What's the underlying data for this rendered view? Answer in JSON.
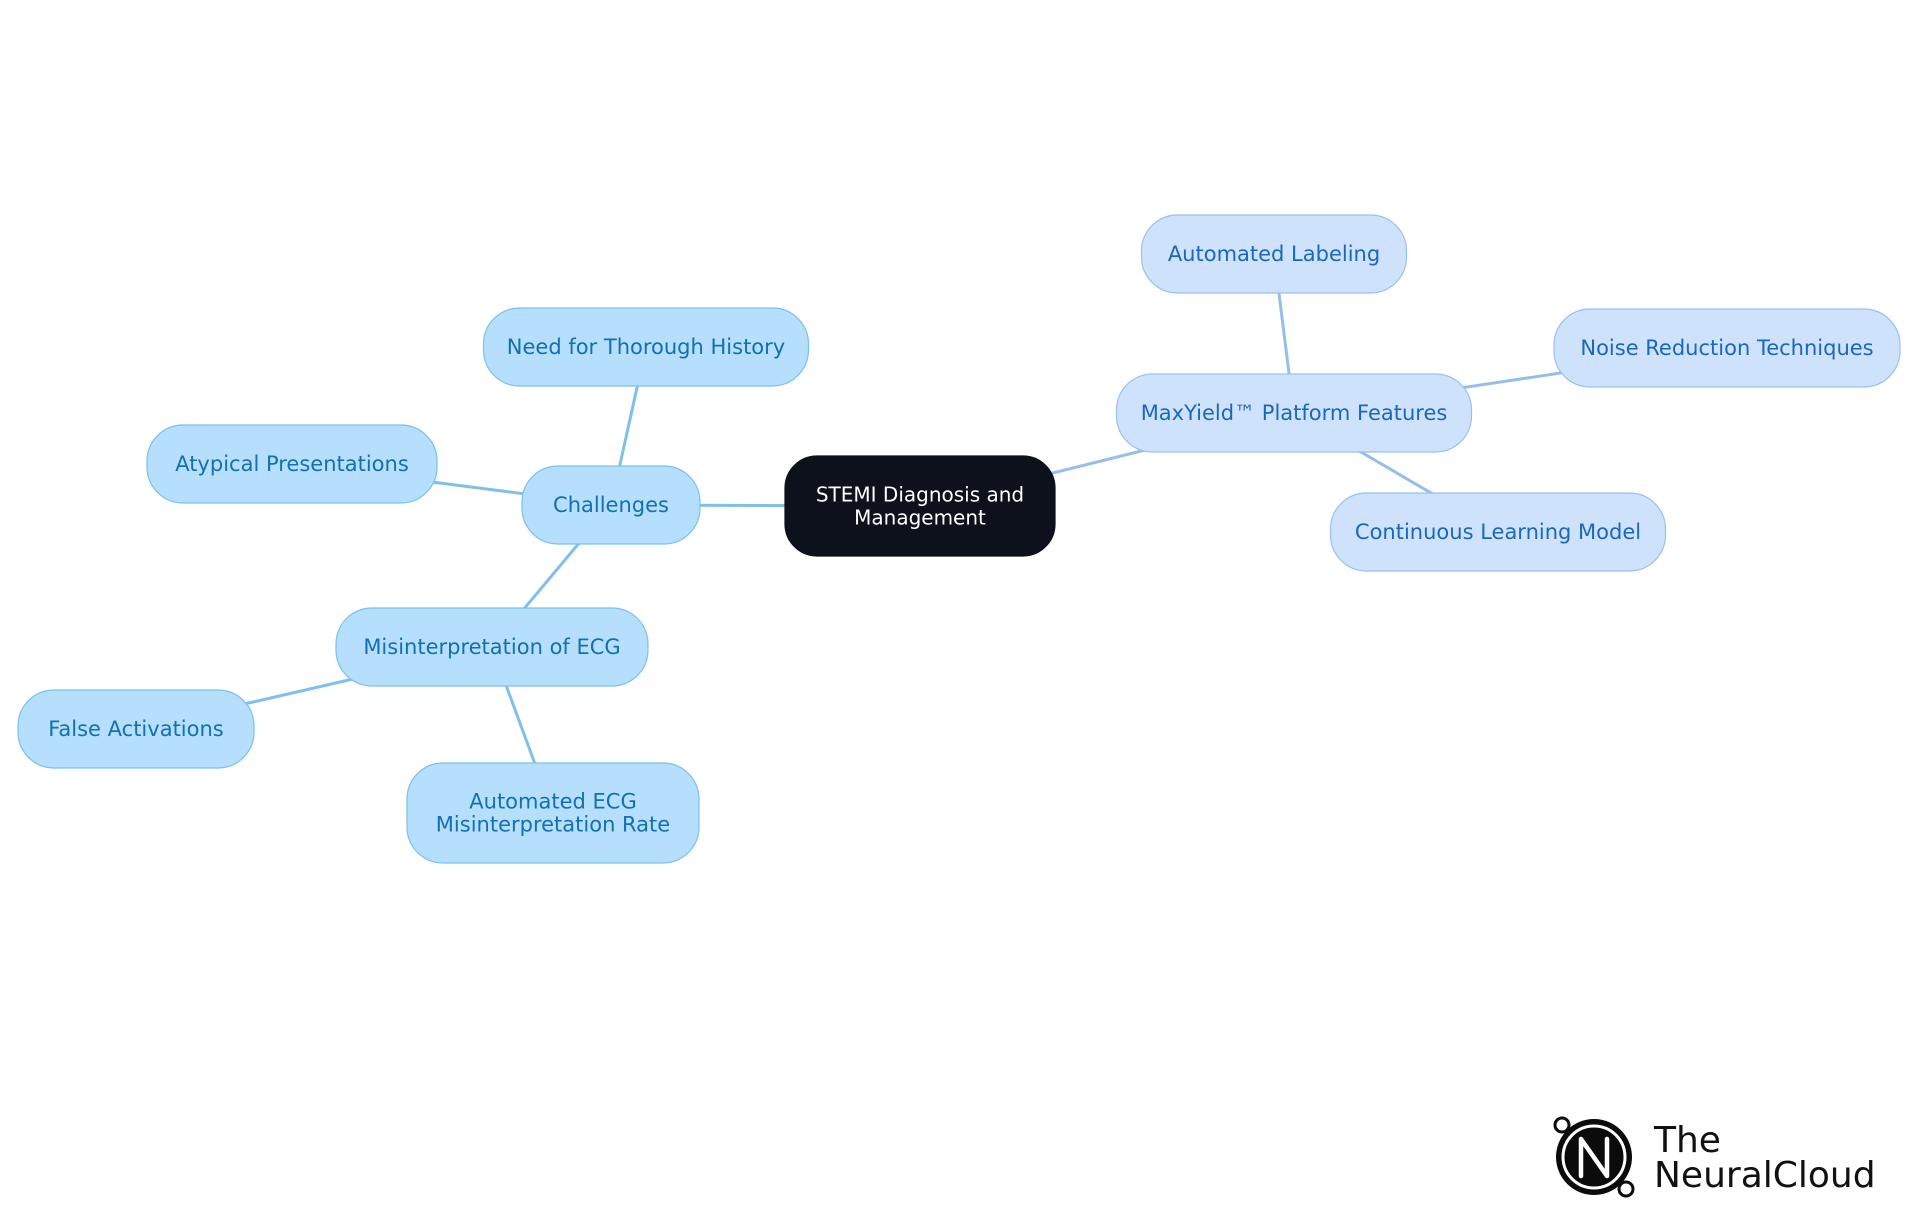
{
  "diagram": {
    "root": {
      "id": "root",
      "lines": [
        "STEMI Diagnosis and",
        "Management"
      ]
    },
    "nodes": [
      {
        "id": "challenges",
        "parent": "root",
        "lines": [
          "Challenges"
        ],
        "style": "blue"
      },
      {
        "id": "history",
        "parent": "challenges",
        "lines": [
          "Need for Thorough History"
        ],
        "style": "blue"
      },
      {
        "id": "atypical",
        "parent": "challenges",
        "lines": [
          "Atypical Presentations"
        ],
        "style": "blue"
      },
      {
        "id": "misinterp",
        "parent": "challenges",
        "lines": [
          "Misinterpretation of ECG"
        ],
        "style": "blue"
      },
      {
        "id": "false",
        "parent": "misinterp",
        "lines": [
          "False Activations"
        ],
        "style": "blue"
      },
      {
        "id": "rate",
        "parent": "misinterp",
        "lines": [
          "Automated ECG",
          "Misinterpretation Rate"
        ],
        "style": "blue"
      },
      {
        "id": "maxyield",
        "parent": "root",
        "lines": [
          "MaxYield™ Platform Features"
        ],
        "style": "lavender"
      },
      {
        "id": "labeling",
        "parent": "maxyield",
        "lines": [
          "Automated Labeling"
        ],
        "style": "lavender"
      },
      {
        "id": "noise",
        "parent": "maxyield",
        "lines": [
          "Noise Reduction Techniques"
        ],
        "style": "lavender"
      },
      {
        "id": "learning",
        "parent": "maxyield",
        "lines": [
          "Continuous Learning Model"
        ],
        "style": "lavender"
      }
    ]
  },
  "colors": {
    "root_fill": "#0c111b",
    "root_text": "#ffffff",
    "blue_fill": "#b5dffc",
    "blue_stroke": "#7cc0ee",
    "blue_text": "#1270b3",
    "blue_edge": "#7fc0ea",
    "lavender_fill": "#cfe2fb",
    "lavender_stroke": "#98c1ef",
    "lavender_text": "#1a68be",
    "lavender_edge": "#95bfea"
  },
  "logo": {
    "line1": "The",
    "line2": "NeuralCloud",
    "icon": "neuralcloud-logo-icon"
  }
}
